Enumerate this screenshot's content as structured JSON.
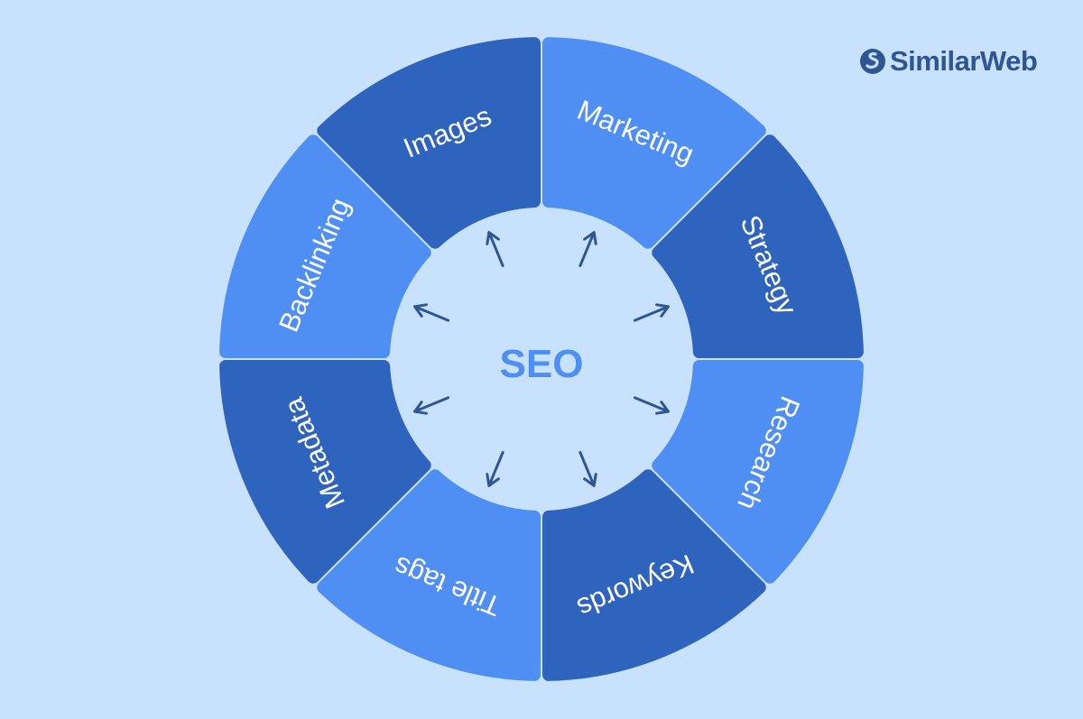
{
  "brand": {
    "name": "SimilarWeb",
    "color": "#2f5593"
  },
  "diagram": {
    "center_label": "SEO",
    "colors": {
      "dark": "#2f64be",
      "light": "#4f8ff3",
      "background": "#c8e2fd",
      "arrow": "#2f5593",
      "center_text": "#4f8ff3"
    },
    "segments": [
      {
        "label": "Marketing",
        "shade": "light"
      },
      {
        "label": "Strategy",
        "shade": "dark"
      },
      {
        "label": "Research",
        "shade": "light"
      },
      {
        "label": "Keywords",
        "shade": "dark"
      },
      {
        "label": "Title tags",
        "shade": "light"
      },
      {
        "label": "Metadata",
        "shade": "dark"
      },
      {
        "label": "Backlinking",
        "shade": "light"
      },
      {
        "label": "Images",
        "shade": "dark"
      }
    ]
  }
}
